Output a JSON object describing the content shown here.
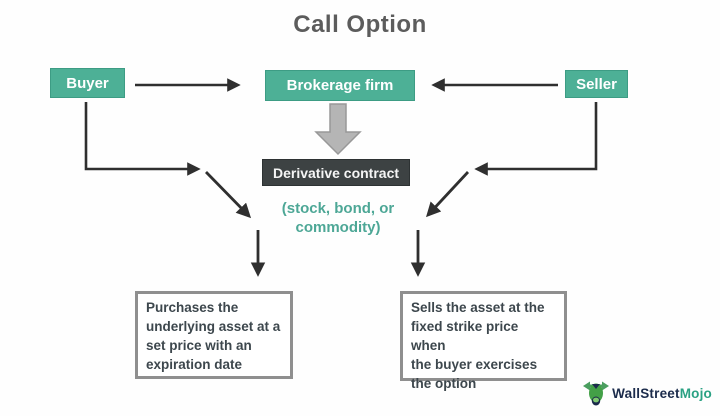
{
  "title": "Call Option",
  "nodes": {
    "buyer": {
      "label": "Buyer"
    },
    "brokerage": {
      "label": "Brokerage firm"
    },
    "seller": {
      "label": "Seller"
    },
    "derivative": {
      "label": "Derivative contract"
    },
    "derivative_note": "(stock, bond, or\ncommodity)"
  },
  "outcomes": {
    "buyer_outcome": "Purchases the\nunderlying asset at a\nset price with an\nexpiration date",
    "seller_outcome": "Sells the asset at the\nfixed strike price when\nthe buyer exercises\nthe option"
  },
  "edges": {
    "buyer_to_brokerage": "arrow-right",
    "seller_to_brokerage": "arrow-left",
    "brokerage_to_derivative": "block-arrow-down",
    "buyer_to_outcome": "elbow-diagonal-down",
    "seller_to_outcome": "elbow-diagonal-down"
  },
  "colors": {
    "node_green": "#4db096",
    "dark_box": "#3d4243",
    "arrow": "#2f2f2f",
    "block_arrow_fill": "#b5b5b5",
    "title_gray": "#5c5c5c",
    "outcome_border": "#8f8f8f",
    "note_teal": "#4da796",
    "logo_navy": "#1b2b4b",
    "logo_green": "#2aa183"
  },
  "logo": {
    "brand_primary": "WallStreet",
    "brand_secondary": "Mojo",
    "icon": "bull-icon"
  }
}
